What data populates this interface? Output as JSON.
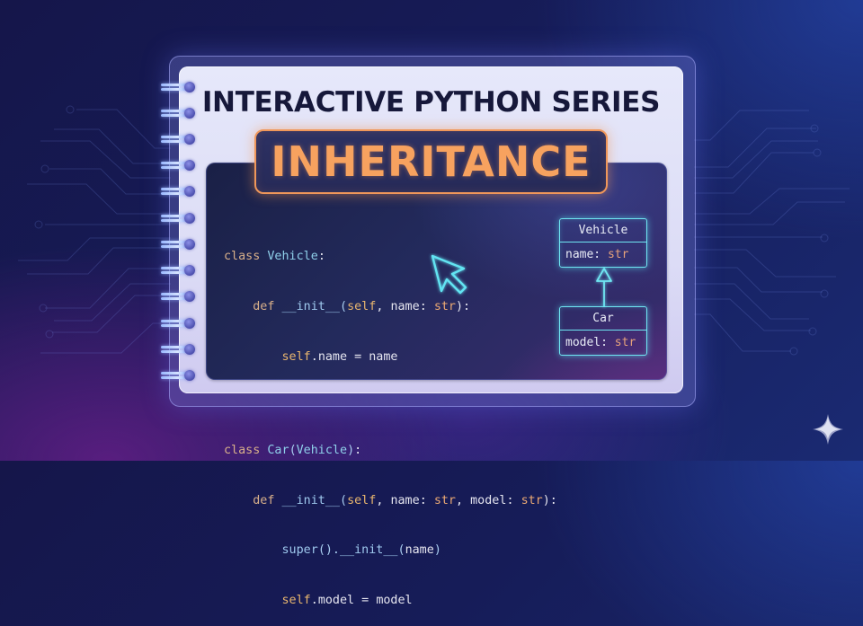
{
  "header": {
    "series_title": "INTERACTIVE PYTHON SERIES",
    "topic_title": "INHERITANCE"
  },
  "code": {
    "language": "python",
    "lines": [
      "class Vehicle:",
      "    def __init__(self, name: str):",
      "        self.name = name",
      "",
      "class Car(Vehicle):",
      "    def __init__(self, name: str, model: str):",
      "        super().__init__(name)",
      "        self.model = model"
    ],
    "tokens": {
      "class_kw": "class",
      "def_kw": "def",
      "vehicle": "Vehicle",
      "car": "Car",
      "init": "__init__",
      "self": "self",
      "name": "name",
      "model": "model",
      "str": "str",
      "super": "super"
    }
  },
  "uml": {
    "parent": {
      "name": "Vehicle",
      "attribute_name": "name:",
      "attribute_type": "str"
    },
    "child": {
      "name": "Car",
      "attribute_name": "model:",
      "attribute_type": "str"
    },
    "relationship": "inherits"
  },
  "decorations": {
    "notebook_rings": 12,
    "cursor_icon": "mouse-pointer-arrow",
    "corner_icon": "sparkle-star"
  },
  "colors": {
    "background": "#161c58",
    "page": "#e2e3f8",
    "heading_text": "#16183a",
    "badge_border": "#f0975a",
    "badge_text": "#f7a25f",
    "code_keyword": "#d9b08a",
    "code_classname": "#8fd0ea",
    "code_self": "#e9b66e",
    "code_type": "#eaa873",
    "uml_stroke": "#6fe6f2"
  }
}
